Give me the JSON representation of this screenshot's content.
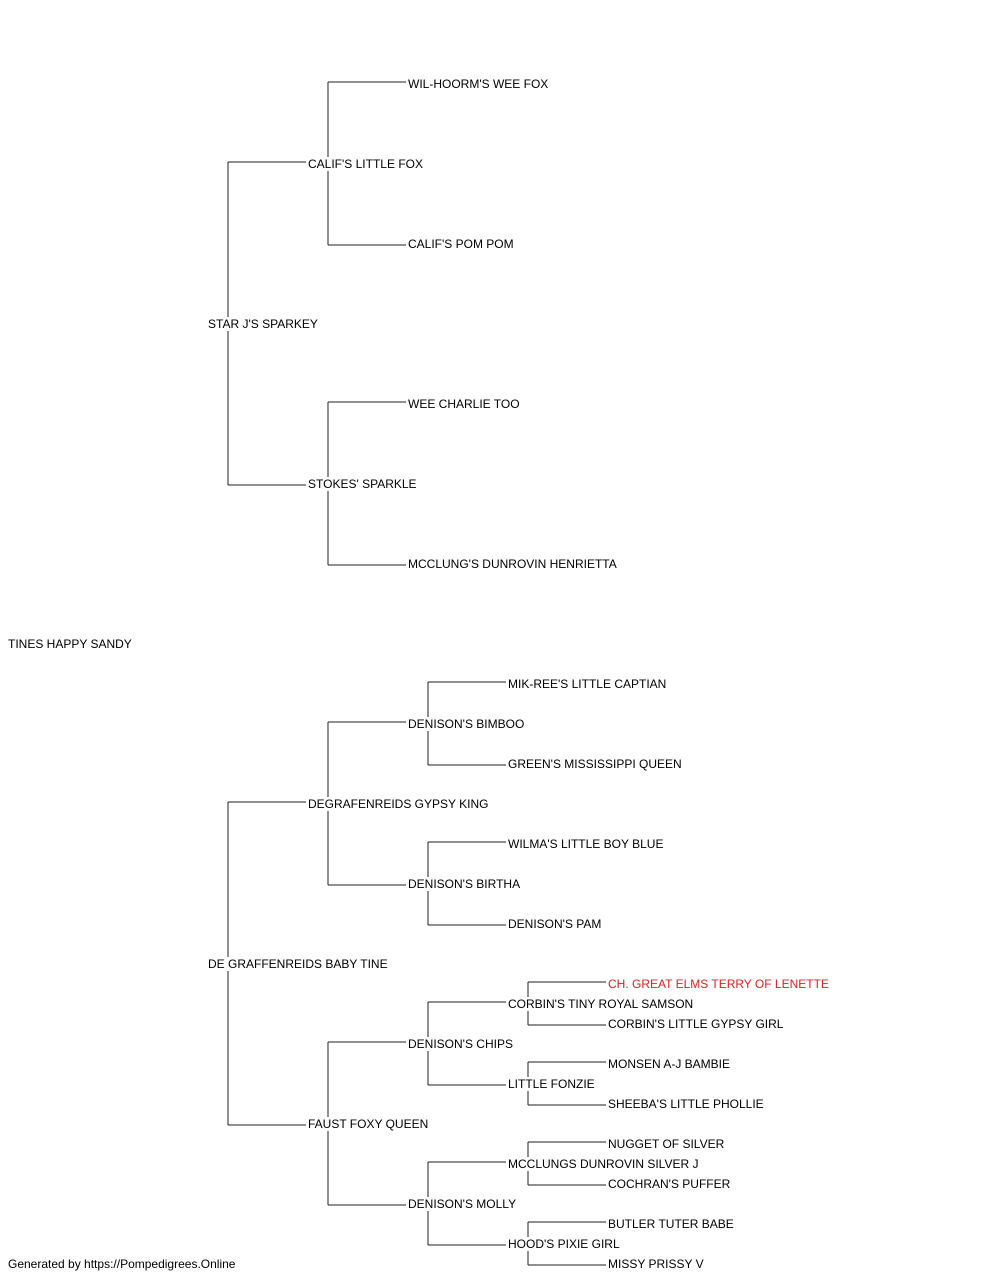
{
  "pedigree": {
    "subject": "TINES HAPPY SANDY",
    "sire": {
      "name": "STAR J'S SPARKEY",
      "sire": {
        "name": "CALIF'S LITTLE FOX",
        "sire": {
          "name": "WIL-HOORM'S WEE FOX"
        },
        "dam": {
          "name": "CALIF'S POM POM"
        }
      },
      "dam": {
        "name": "STOKES' SPARKLE",
        "sire": {
          "name": "WEE CHARLIE TOO"
        },
        "dam": {
          "name": "MCCLUNG'S DUNROVIN HENRIETTA"
        }
      }
    },
    "dam": {
      "name": "DE GRAFFENREIDS BABY TINE",
      "sire": {
        "name": "DEGRAFENREIDS GYPSY KING",
        "sire": {
          "name": "DENISON'S BIMBOO",
          "sire": {
            "name": "MIK-REE'S LITTLE CAPTIAN"
          },
          "dam": {
            "name": "GREEN'S MISSISSIPPI QUEEN"
          }
        },
        "dam": {
          "name": "DENISON'S BIRTHA",
          "sire": {
            "name": "WILMA'S LITTLE BOY BLUE"
          },
          "dam": {
            "name": "DENISON'S PAM"
          }
        }
      },
      "dam": {
        "name": "FAUST FOXY QUEEN",
        "sire": {
          "name": "DENISON'S CHIPS",
          "sire": {
            "name": "CORBIN'S TINY ROYAL SAMSON",
            "sire": {
              "name": "CH. GREAT ELMS TERRY OF LENETTE",
              "highlight": true
            },
            "dam": {
              "name": "CORBIN'S LITTLE GYPSY GIRL"
            }
          },
          "dam": {
            "name": "LITTLE FONZIE",
            "sire": {
              "name": "MONSEN A-J BAMBIE"
            },
            "dam": {
              "name": "SHEEBA'S LITTLE PHOLLIE"
            }
          }
        },
        "dam": {
          "name": "DENISON'S MOLLY",
          "sire": {
            "name": "MCCLUNGS DUNROVIN SILVER J",
            "sire": {
              "name": "NUGGET OF SILVER"
            },
            "dam": {
              "name": "COCHRAN'S PUFFER"
            }
          },
          "dam": {
            "name": "HOOD'S PIXIE GIRL",
            "sire": {
              "name": "BUTLER TUTER BABE"
            },
            "dam": {
              "name": "MISSY PRISSY V"
            }
          }
        }
      }
    }
  },
  "colors": {
    "highlight": "#e02020",
    "line": "#222222"
  },
  "footer": {
    "text": "Generated by https://Pompedigrees.Online"
  }
}
